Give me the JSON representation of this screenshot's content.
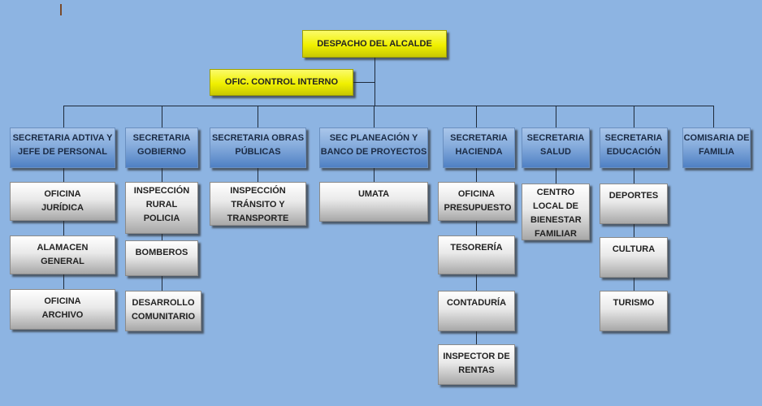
{
  "mayor": "DESPACHO DEL ALCALDE",
  "control": "OFIC. CONTROL INTERNO",
  "secretariats": [
    {
      "label": "SECRETARIA ADTIVA Y JEFE DE PERSONAL",
      "children": [
        "OFICINA JURÍDICA",
        "ALAMACEN GENERAL",
        "OFICINA ARCHIVO"
      ]
    },
    {
      "label": "SECRETARIA GOBIERNO",
      "children": [
        "INSPECCIÓN RURAL POLICIA",
        "BOMBEROS",
        "DESARROLLO COMUNITARIO"
      ]
    },
    {
      "label": "SECRETARIA OBRAS PÚBLICAS",
      "children": [
        "INSPECCIÓN TRÁNSITO Y TRANSPORTE"
      ]
    },
    {
      "label": "SEC PLANEACIÓN Y BANCO DE PROYECTOS",
      "children": [
        "UMATA"
      ]
    },
    {
      "label": "SECRETARIA HACIENDA",
      "children": [
        "OFICINA PRESUPUESTO",
        "TESORERÍA",
        "CONTADURÍA",
        "INSPECTOR DE RENTAS"
      ]
    },
    {
      "label": "SECRETARIA SALUD",
      "children": [
        "CENTRO LOCAL DE BIENESTAR FAMILIAR"
      ]
    },
    {
      "label": "SECRETARIA EDUCACIÓN",
      "children": [
        "DEPORTES",
        "CULTURA",
        "TURISMO"
      ]
    },
    {
      "label": "COMISARIA DE FAMILIA",
      "children": []
    }
  ]
}
